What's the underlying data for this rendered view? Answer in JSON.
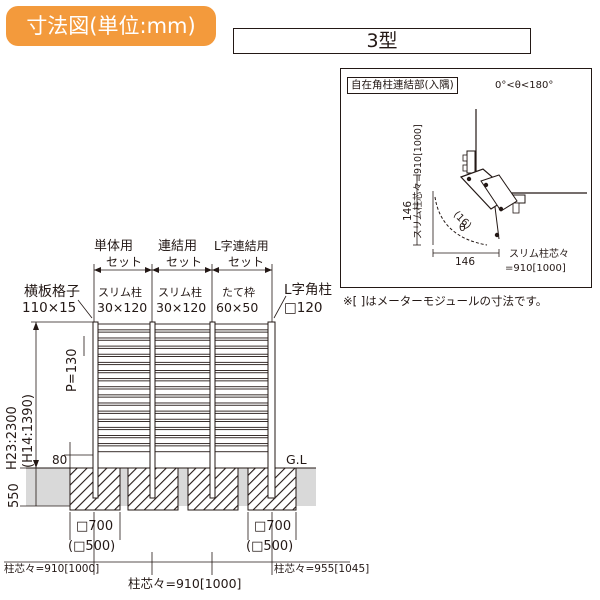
{
  "header": {
    "title": "寸法図(単位:mm)",
    "type_label": "3型"
  },
  "detail": {
    "title": "自在角柱連結部(入隅)",
    "angle_range": "0°<θ<180°",
    "v_label": "スリム柱芯々=910[1000]",
    "h_label_1": "スリム柱芯々",
    "h_label_2": "=910[1000]",
    "dim_146_v": "146",
    "dim_146_h": "146",
    "dim_16": "(16)",
    "theta": "θ"
  },
  "note": "※[ ]はメーターモジュールの寸法です。",
  "sets": [
    {
      "name_1": "単体用",
      "name_2": "セット",
      "post": "スリム柱",
      "size": "30×120"
    },
    {
      "name_1": "連結用",
      "name_2": "セット",
      "post": "スリム柱",
      "size": "30×120"
    },
    {
      "name_1": "L字連結用",
      "name_2": "セット",
      "post": "たて枠",
      "size": "60×50"
    }
  ],
  "labels": {
    "slat_name": "横板格子",
    "slat_size": "110×15",
    "lpost_name": "L字角柱",
    "lpost_size": "□120",
    "pitch": "P=130",
    "height": "H23:2300",
    "height_alt": "(H14:1390)",
    "dim_80": "80",
    "dim_550": "550",
    "gl": "G.L",
    "found_1a": "□700",
    "found_1b": "(□500)",
    "found_2a": "□700",
    "found_2b": "(□500)",
    "pitch_left": "柱芯々=910[1000]",
    "pitch_center": "柱芯々=910[1000]",
    "pitch_right": "柱芯々=955[1045]"
  },
  "colors": {
    "accent": "#f39a3c",
    "line": "#231815",
    "ground": "#d9d9d9"
  }
}
